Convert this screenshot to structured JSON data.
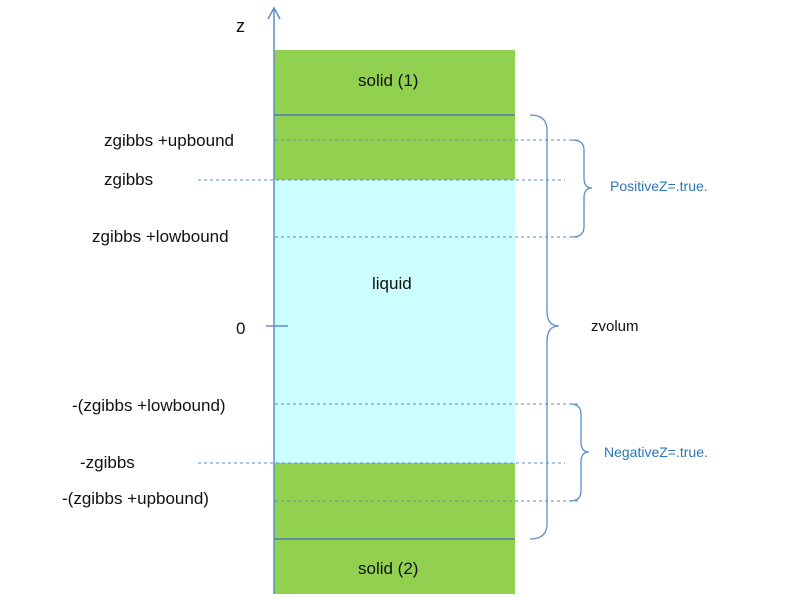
{
  "axis": {
    "label": "z"
  },
  "regions": {
    "solid_top": "solid (1)",
    "liquid": "liquid",
    "solid_bottom": "solid (2)"
  },
  "levels": {
    "zgibbs_plus_upbound": "zgibbs +upbound",
    "zgibbs": "zgibbs",
    "zgibbs_plus_lowbound": "zgibbs +lowbound",
    "zero": "0",
    "neg_zgibbs_plus_lowbound": "-(zgibbs +lowbound)",
    "neg_zgibbs": "-zgibbs",
    "neg_zgibbs_plus_upbound": "-(zgibbs +upbound)"
  },
  "brackets": {
    "positive": "PositiveZ=.true.",
    "negative": "NegativeZ=.true.",
    "volume": "zvolum"
  },
  "colors": {
    "solid": "#92d050",
    "liquid": "#ccffff",
    "axis": "#5b8ec9",
    "boundary_line": "#4a7ab5",
    "dashed": "#5b8ec9",
    "brace": "#5b8ec9",
    "flag_text": "#2e75b6"
  }
}
